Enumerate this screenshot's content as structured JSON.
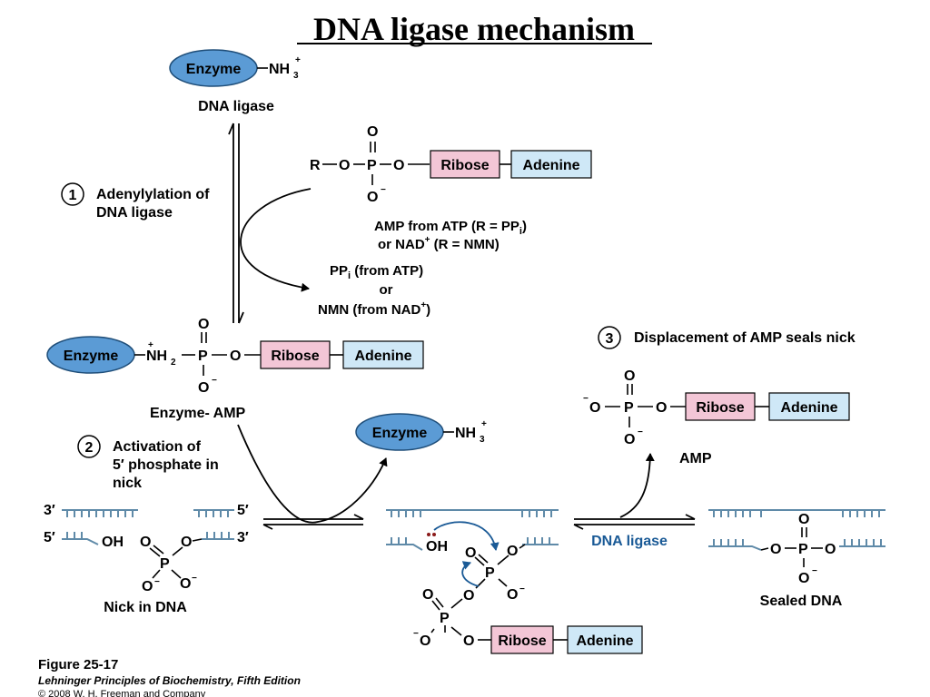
{
  "title": "DNA ligase mechanism",
  "labels": {
    "enzyme": "Enzyme",
    "nh3": "NH",
    "nh2": "NH",
    "dna_ligase": "DNA ligase",
    "ribose": "Ribose",
    "adenine": "Adenine",
    "r": "R",
    "o": "O",
    "p": "P",
    "oh": "OH",
    "sub3": "3",
    "sub2": "2",
    "plus": "+",
    "minus": "−",
    "amp_from": "AMP from ATP (R = PP",
    "amp_from_sub": "i",
    "amp_from_end": ")",
    "or_nad": "or NAD",
    "or_nad_end": " (R = NMN)",
    "ppi": "PP",
    "ppi_sub": "i",
    "ppi_from": " (from ATP)",
    "or": "or",
    "nmn": "NMN (from NAD",
    "nmn_end": ")",
    "enzyme_amp": "Enzyme- AMP",
    "amp": "AMP",
    "nick_in_dna": "Nick in DNA",
    "sealed_dna": "Sealed DNA",
    "dna_ligase_blue": "DNA ligase",
    "three_prime": "3′",
    "five_prime": "5′"
  },
  "steps": [
    {
      "number": "1",
      "line1": "Adenylylation of",
      "line2": "DNA ligase",
      "line3": ""
    },
    {
      "number": "2",
      "line1": "Activation of",
      "line2": "5′ phosphate in",
      "line3": "nick"
    },
    {
      "number": "3",
      "line1": "Displacement of AMP seals nick",
      "line2": "",
      "line3": ""
    }
  ],
  "figure": {
    "number": "Figure 25-17",
    "book": "Lehninger Principles of Biochemistry, Fifth Edition",
    "copyright": "© 2008 W. H. Freeman and Company"
  },
  "colors": {
    "enzyme": "#5b9bd5",
    "ribose": "#f3c6d6",
    "adenine": "#cfe8f7",
    "dna": "#5f8aa8",
    "blue_label": "#1a5a96"
  }
}
